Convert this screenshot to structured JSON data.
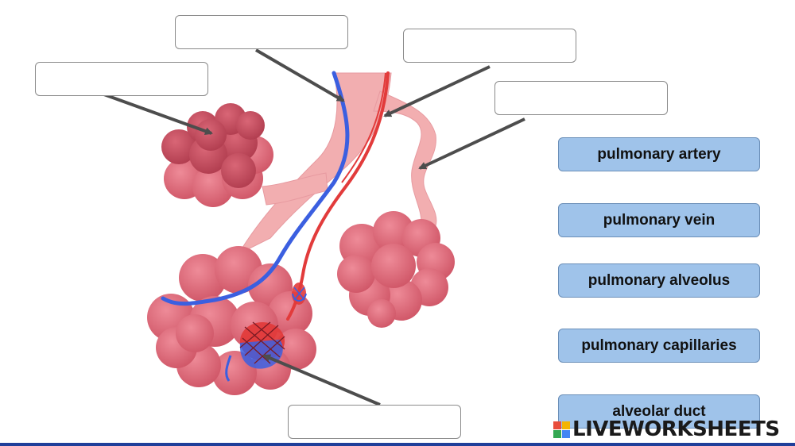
{
  "word_bank": [
    "pulmonary artery",
    "pulmonary vein",
    "pulmonary alveolus",
    "pulmonary capillaries",
    "alveolar duct"
  ],
  "answer_boxes": [
    "",
    "",
    "",
    "",
    ""
  ],
  "branding": {
    "logo_text": "LIVEWORKSHEETS"
  },
  "colors": {
    "tile": "#9fc3ea",
    "alveoli": "#e37080",
    "vein": "#3b5fe0",
    "artery": "#e23b3b",
    "duct": "#f2aeb0",
    "bar": "#1f3f9a"
  }
}
